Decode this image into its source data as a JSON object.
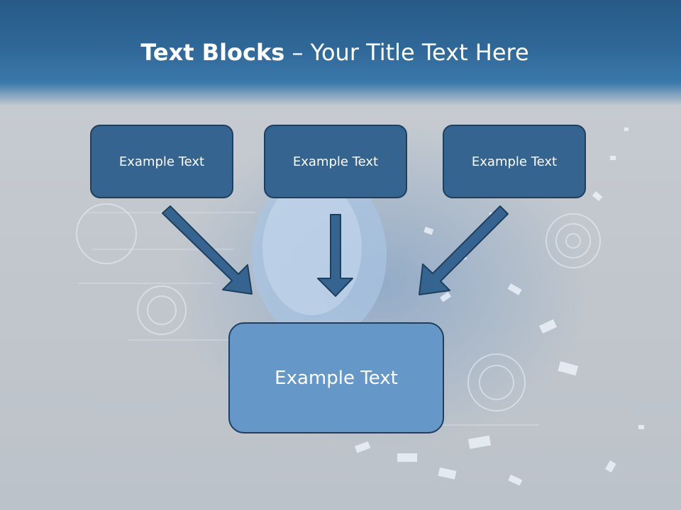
{
  "slide": {
    "title_bold": "Text Blocks",
    "title_rest": " – Your Title Text Here",
    "boxes": [
      {
        "label": "Example Text"
      },
      {
        "label": "Example Text"
      },
      {
        "label": "Example Text"
      }
    ],
    "main_box": {
      "label": "Example Text"
    }
  },
  "colors": {
    "title_bar": "#2f6898",
    "small_box_fill": "#34648f",
    "main_box_fill": "#6597c8",
    "arrow": "#34648f",
    "outline": "#1f3f5e"
  },
  "icons": [
    "arrow-down-right-icon",
    "arrow-down-icon",
    "arrow-down-left-icon"
  ]
}
